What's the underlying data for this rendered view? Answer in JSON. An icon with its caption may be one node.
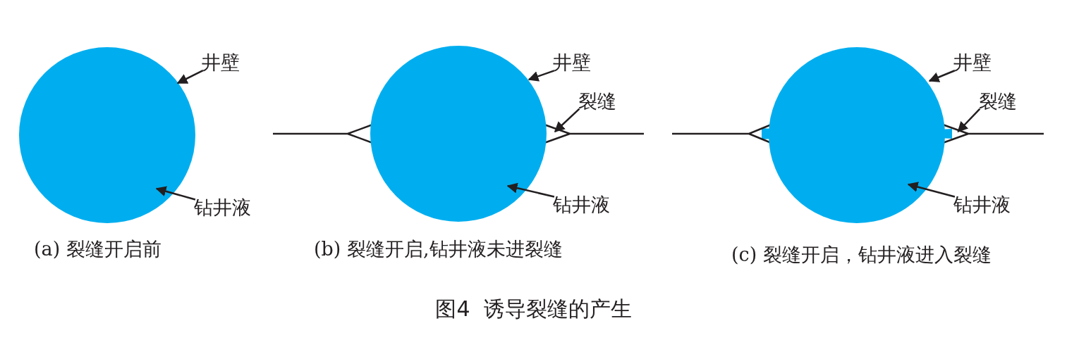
{
  "diagram": {
    "caption": "图4  诱导裂缝的产生",
    "nodes": [
      {
        "text": [],
        "shape": "circle"
      },
      {
        "text": [
          "井壁"
        ]
      },
      {
        "text": [
          "钻井液"
        ]
      },
      {
        "text": [],
        "shape": "circle"
      },
      {
        "text": [],
        "shape": "line"
      },
      {
        "text": [
          "井壁"
        ]
      },
      {
        "text": [
          "裂缝"
        ]
      },
      {
        "text": [
          "钻井液"
        ]
      },
      {
        "text": [],
        "shape": "circle"
      },
      {
        "text": [],
        "shape": "line"
      },
      {
        "text": [
          "井壁"
        ]
      },
      {
        "text": [
          "裂缝"
        ]
      },
      {
        "text": [
          "钻井液"
        ]
      }
    ],
    "edges": [
      {
        "from": 1,
        "to": 0,
        "arrow": "to"
      },
      {
        "from": 2,
        "to": 0,
        "arrow": "to"
      },
      {
        "from": 5,
        "to": 3,
        "arrow": "to"
      },
      {
        "from": 6,
        "to": 4,
        "arrow": "to"
      },
      {
        "from": 7,
        "to": 3,
        "arrow": "to"
      },
      {
        "from": 10,
        "to": 8,
        "arrow": "to"
      },
      {
        "from": 11,
        "to": 9,
        "arrow": "to"
      },
      {
        "from": 12,
        "to": 8,
        "arrow": "to"
      }
    ],
    "labels": [
      "(a) 裂缝开启前",
      "(b) 裂缝开启,钻井液未进裂缝",
      "(c) 裂缝开启，钻井液进入裂缝"
    ]
  }
}
